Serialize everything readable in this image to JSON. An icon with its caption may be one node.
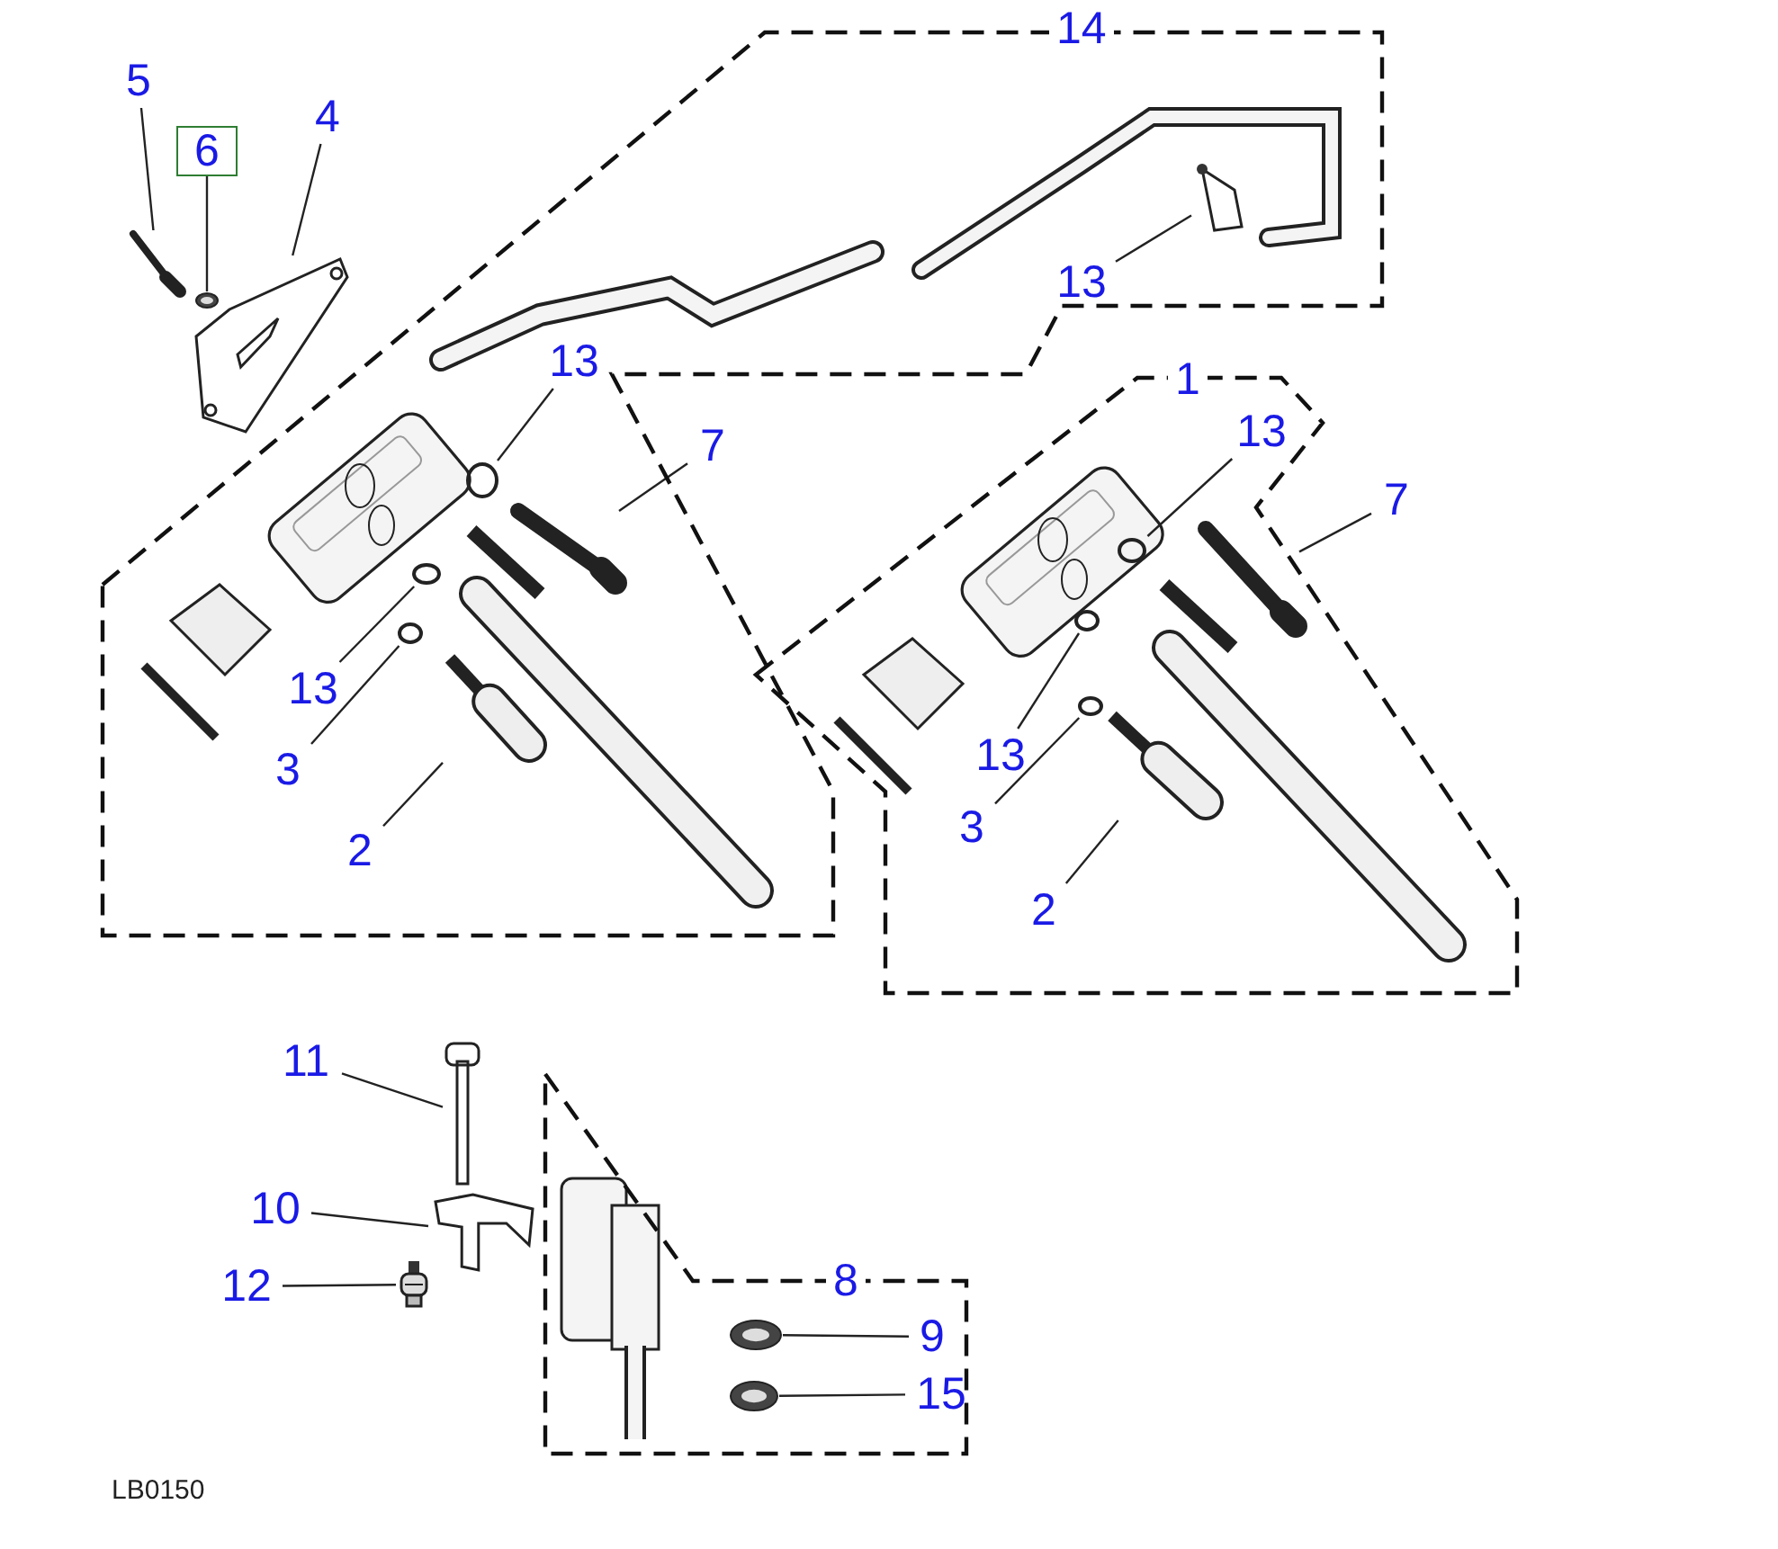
{
  "diagram": {
    "nodes": [
      {
        "text": [
          "14"
        ]
      },
      {
        "text": [
          "1"
        ]
      },
      {
        "text": [
          "8"
        ]
      },
      {
        "text": [
          "5"
        ]
      },
      {
        "text": [],
        "shape": "picture"
      },
      {
        "text": [
          "6"
        ]
      },
      {
        "text": [],
        "shape": "picture"
      },
      {
        "text": [
          "4"
        ]
      },
      {
        "text": [],
        "shape": "picture"
      },
      {
        "text": [
          "13"
        ],
        "in": 0
      },
      {
        "text": [],
        "shape": "picture",
        "in": 0
      },
      {
        "text": [
          "13"
        ],
        "in": 0
      },
      {
        "text": [],
        "shape": "circle",
        "in": 0
      },
      {
        "text": [
          "7"
        ]
      },
      {
        "text": [],
        "shape": "picture",
        "in": 0
      },
      {
        "text": [
          "13"
        ],
        "in": 0
      },
      {
        "text": [],
        "shape": "circle",
        "in": 0
      },
      {
        "text": [
          "3"
        ],
        "in": 0
      },
      {
        "text": [],
        "shape": "circle",
        "in": 0
      },
      {
        "text": [
          "2"
        ],
        "in": 0
      },
      {
        "text": [],
        "shape": "picture",
        "in": 0
      },
      {
        "text": [
          "13"
        ],
        "in": 1
      },
      {
        "text": [],
        "shape": "circle",
        "in": 1
      },
      {
        "text": [
          "7"
        ]
      },
      {
        "text": [],
        "shape": "picture",
        "in": 1
      },
      {
        "text": [
          "13"
        ],
        "in": 1
      },
      {
        "text": [],
        "shape": "circle",
        "in": 1
      },
      {
        "text": [
          "3"
        ],
        "in": 1
      },
      {
        "text": [],
        "shape": "circle",
        "in": 1
      },
      {
        "text": [
          "2"
        ],
        "in": 1
      },
      {
        "text": [],
        "shape": "picture",
        "in": 1
      },
      {
        "text": [
          "11"
        ]
      },
      {
        "text": [],
        "shape": "picture"
      },
      {
        "text": [
          "10"
        ]
      },
      {
        "text": [],
        "shape": "picture"
      },
      {
        "text": [
          "12"
        ]
      },
      {
        "text": [],
        "shape": "picture"
      },
      {
        "text": [
          "9"
        ],
        "in": 2
      },
      {
        "text": [],
        "shape": "picture",
        "in": 2
      },
      {
        "text": [
          "15"
        ],
        "in": 2
      },
      {
        "text": [],
        "shape": "picture",
        "in": 2
      }
    ],
    "edges": [
      {
        "from": 3,
        "to": 4,
        "arrow": "none"
      },
      {
        "from": 5,
        "to": 6,
        "arrow": "none"
      },
      {
        "from": 7,
        "to": 8,
        "arrow": "none"
      },
      {
        "from": 9,
        "to": 10,
        "arrow": "none"
      },
      {
        "from": 11,
        "to": 12,
        "arrow": "none"
      },
      {
        "from": 13,
        "to": 14,
        "arrow": "none"
      },
      {
        "from": 15,
        "to": 16,
        "arrow": "none"
      },
      {
        "from": 17,
        "to": 18,
        "arrow": "none"
      },
      {
        "from": 19,
        "to": 20,
        "arrow": "none"
      },
      {
        "from": 21,
        "to": 22,
        "arrow": "none"
      },
      {
        "from": 23,
        "to": 24,
        "arrow": "none"
      },
      {
        "from": 25,
        "to": 26,
        "arrow": "none"
      },
      {
        "from": 27,
        "to": 28,
        "arrow": "none"
      },
      {
        "from": 29,
        "to": 30,
        "arrow": "none"
      },
      {
        "from": 31,
        "to": 32,
        "arrow": "none"
      },
      {
        "from": 33,
        "to": 34,
        "arrow": "none"
      },
      {
        "from": 35,
        "to": 36,
        "arrow": "none"
      },
      {
        "from": 37,
        "to": 38,
        "arrow": "none"
      },
      {
        "from": 39,
        "to": 40,
        "arrow": "none"
      }
    ],
    "labels": [
      "LB0150"
    ]
  }
}
